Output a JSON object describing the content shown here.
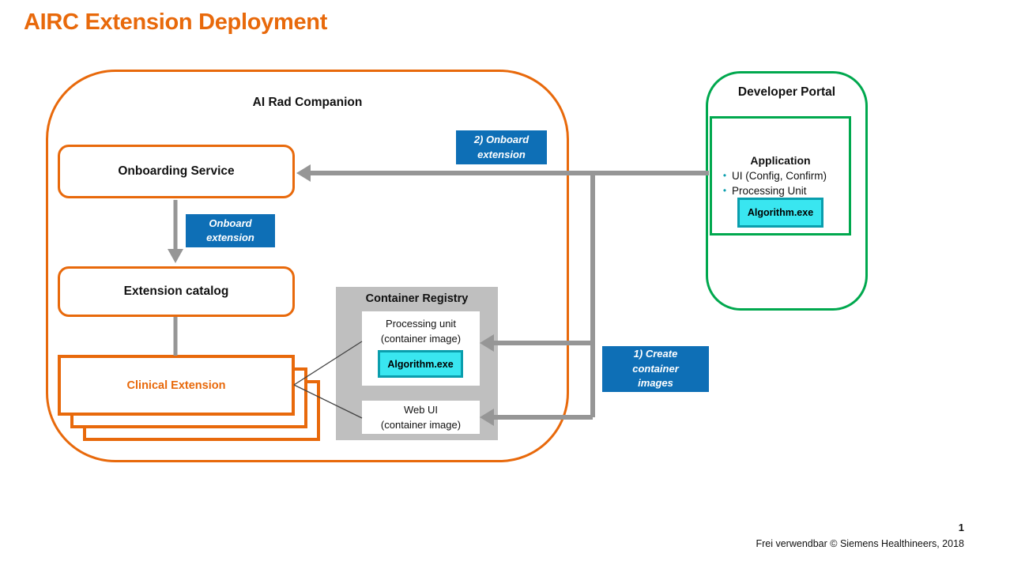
{
  "slide": {
    "title": "AIRC Extension Deployment",
    "page_number": "1",
    "footer": "Frei verwendbar © Siemens Healthineers, 2018"
  },
  "airc": {
    "title": "AI Rad Companion",
    "onboarding_service": "Onboarding Service",
    "extension_catalog": "Extension catalog",
    "clinical_extension": "Clinical Extension"
  },
  "registry": {
    "title": "Container Registry",
    "processing_unit": {
      "lines": [
        "Processing unit",
        "(container image)"
      ]
    },
    "algorithm": "Algorithm.exe",
    "web_ui": {
      "lines": [
        "Web UI",
        "(container image)"
      ]
    }
  },
  "portal": {
    "title": "Developer Portal",
    "application_title": "Application",
    "bullets": [
      {
        "label": "UI (Config, Confirm)"
      },
      {
        "label": "Processing Unit"
      }
    ],
    "bullet_glyph": "•",
    "algorithm": "Algorithm.exe"
  },
  "steps": {
    "onboard": {
      "lines": [
        "Onboard",
        "extension"
      ]
    },
    "step2": {
      "lines": [
        "2) Onboard",
        "extension"
      ]
    },
    "step1": {
      "lines": [
        "1) Create",
        "container",
        "images"
      ]
    }
  },
  "colors": {
    "orange": "#e8690b",
    "blue": "#0e6fb6",
    "green": "#00a84e",
    "cyan_fill": "#39e6f0",
    "cyan_border": "#0a9ead",
    "arrow_gray": "#969696",
    "registry_gray": "#bfbfbf"
  }
}
